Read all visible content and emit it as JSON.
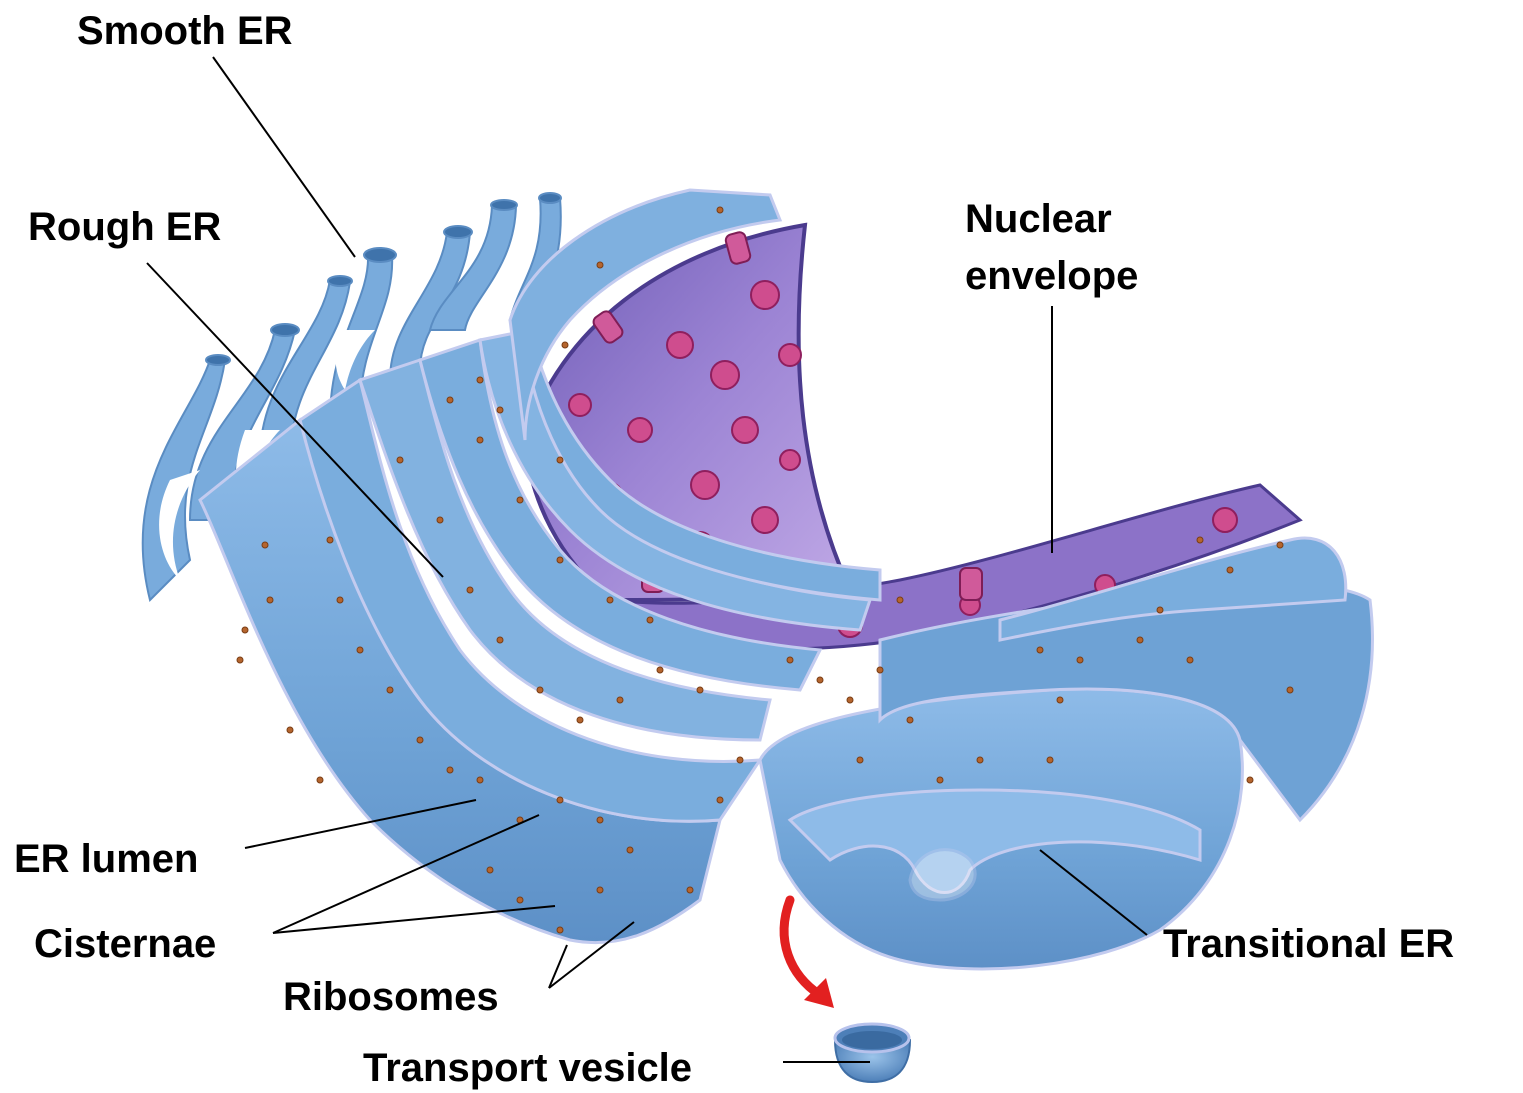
{
  "labels": {
    "smooth_er": "Smooth ER",
    "rough_er": "Rough ER",
    "nuclear_envelope_line1": "Nuclear",
    "nuclear_envelope_line2": "envelope",
    "er_lumen": "ER lumen",
    "cisternae": "Cisternae",
    "ribosomes": "Ribosomes",
    "transport_vesicle": "Transport vesicle",
    "transitional_er": "Transitional ER"
  },
  "colors": {
    "er_membrane": "#6fa3d6",
    "er_membrane_light": "#9cc4ea",
    "er_membrane_dark": "#4d7fb8",
    "membrane_edge": "#b7c2ec",
    "nucleus_interior": "#9a7fd0",
    "nucleus_dark": "#5c4aa0",
    "nuclear_pore": "#c2408a",
    "chromatin": "#d0508f",
    "ribosome": "#b5652e",
    "arrow": "#e22020",
    "leader_line": "#000000"
  }
}
